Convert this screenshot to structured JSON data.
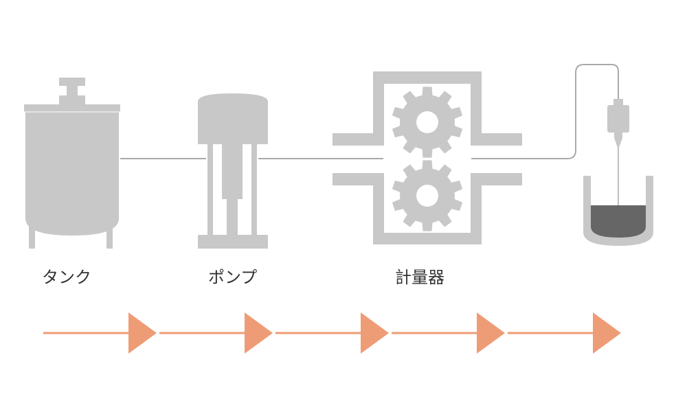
{
  "labels": {
    "tank": "タンク",
    "pump": "ポンプ",
    "meter": "計量器"
  },
  "colors": {
    "equipment": "#c8c8c8",
    "liquid": "#666666",
    "pipe": "#a9a9a9",
    "arrow": "#ee9c76",
    "text": "#333333"
  },
  "flow": {
    "arrow_count": 5,
    "direction": "left-to-right"
  }
}
